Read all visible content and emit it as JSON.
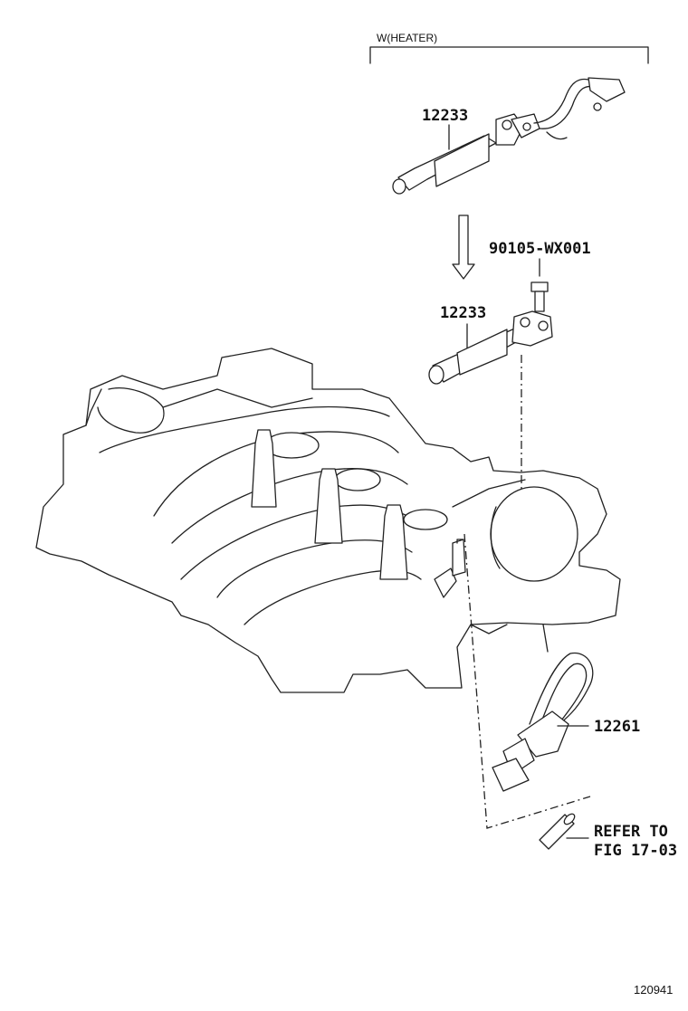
{
  "diagram": {
    "condition_label": "W(HEATER)",
    "parts": {
      "hose_with_heater": "12233",
      "bolt": "90105-WX001",
      "hose_standard": "12233",
      "breather_hose": "12261"
    },
    "refer_note": {
      "line1": "REFER TO",
      "line2": "FIG 17-03"
    },
    "figure_number": "120941"
  }
}
